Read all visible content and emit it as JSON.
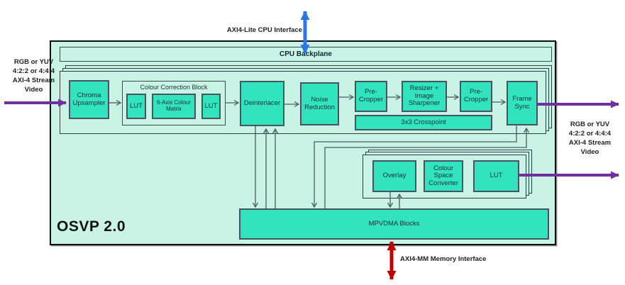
{
  "title": "OSVP 2.0",
  "colors": {
    "outer_bg": "#c9f4e5",
    "block_fill": "#32e3c0",
    "block_border": "#46555e",
    "outer_border": "#0d0d0d",
    "connector": "#4e5a62",
    "arrow_purple": "#7030a0",
    "arrow_blue": "#2e75e5",
    "arrow_red": "#c00000",
    "text_color": "#172f38"
  },
  "external_labels": {
    "cpu_interface": "AXI4-Lite CPU Interface",
    "memory_interface": "AXI4-MM Memory Interface",
    "input_stream": [
      "RGB or YUV",
      "4:2:2 or 4:4:4",
      "AXI-4 Stream",
      "Video"
    ],
    "output_stream": [
      "RGB or YUV",
      "4:2:2 or 4:4:4",
      "AXI-4 Stream",
      "Video"
    ]
  },
  "backplane": {
    "label": "CPU Backplane"
  },
  "pipeline": {
    "chroma_upsampler": "Chroma Upsampler",
    "ccb": {
      "label": "Colour Correction Block",
      "lut1": "LUT",
      "matrix": "6-Axis Colour Matrix",
      "lut2": "LUT"
    },
    "deinterlacer": "Deinterlacer",
    "noise_reduction": "Noise Reduction",
    "pre_cropper_1": "Pre-Cropper",
    "resizer": "Resizer + Image Sharpener",
    "pre_cropper_2": "Pre-Cropper",
    "frame_sync": "Frame Sync",
    "crosspoint": "3x3 Crosspoint"
  },
  "overlay_group": {
    "overlay": "Overlay",
    "csc": "Colour Space Converter",
    "lut": "LUT"
  },
  "mpvdma": {
    "label": "MPVDMA Blocks"
  }
}
